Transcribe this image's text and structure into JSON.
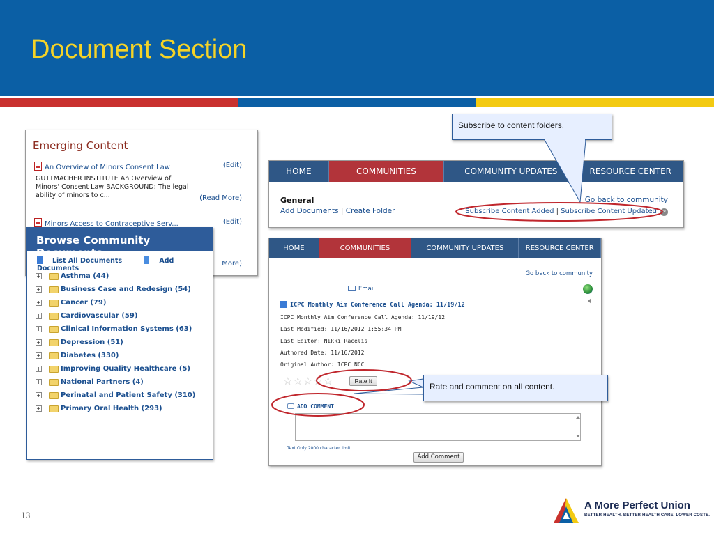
{
  "slide": {
    "title": "Document Section",
    "page_number": "13"
  },
  "logo": {
    "name": "A More Perfect Union",
    "tagline": "BETTER HEALTH. BETTER HEALTH CARE. LOWER COSTS."
  },
  "emerging_content": {
    "title": "Emerging Content",
    "items": [
      {
        "title": "An Overview of Minors Consent Law",
        "edit_label": "(Edit)",
        "snippet": "GUTTMACHER INSTITUTE An Overview of Minors' Consent Law BACKGROUND: The legal ability of minors to c...",
        "read_more": "(Read More)"
      },
      {
        "title": "Minors Access to Contraceptive Serv...",
        "edit_label": "(Edit)"
      }
    ],
    "hidden_read_more": "More)"
  },
  "browse": {
    "title": "Browse Community Documents",
    "list_all": "List All Documents",
    "add_documents": "Add Documents",
    "folders": [
      {
        "label": "Asthma (44)"
      },
      {
        "label": "Business Case and Redesign (54)"
      },
      {
        "label": "Cancer (79)"
      },
      {
        "label": "Cardiovascular (59)"
      },
      {
        "label": "Clinical Information Systems (63)"
      },
      {
        "label": "Depression (51)"
      },
      {
        "label": "Diabetes (330)"
      },
      {
        "label": "Improving Quality Healthcare (5)"
      },
      {
        "label": "National Partners (4)"
      },
      {
        "label": "Perinatal and Patient Safety (310)"
      },
      {
        "label": "Primary Oral Health (293)"
      }
    ]
  },
  "community_top": {
    "nav": [
      "HOME",
      "COMMUNITIES",
      "COMMUNITY UPDATES",
      "RESOURCE CENTER"
    ],
    "active_nav": "COMMUNITIES",
    "section_title": "General",
    "add_documents": "Add Documents",
    "separator": "|",
    "create_folder": "Create Folder",
    "go_back": "Go back to community",
    "subscribe_added": "Subscribe Content Added",
    "subscribe_updated": "Subscribe Content Updated"
  },
  "community_doc": {
    "nav": [
      "HOME",
      "COMMUNITIES",
      "COMMUNITY UPDATES",
      "RESOURCE CENTER"
    ],
    "go_back": "Go back to community",
    "email": "Email",
    "heading": "ICPC Monthly Aim Conference Call Agenda: 11/19/12",
    "meta": [
      "ICPC Monthly Aim Conference Call Agenda: 11/19/12",
      "Last Modified: 11/16/2012 1:55:34 PM",
      "Last Editor: Nikki Racelis",
      "Authored Date: 11/16/2012",
      "Original Author: ICPC NCC"
    ],
    "rating": {
      "value": 0,
      "max": 5,
      "button": "Rate It"
    },
    "add_comment_label": "ADD COMMENT",
    "comment_value": "",
    "char_limit": "Text Only 2000 character limit",
    "submit": "Add Comment"
  },
  "callouts": {
    "subscribe": "Subscribe to content folders.",
    "rate": "Rate and comment on all content."
  },
  "colors": {
    "header_blue": "#0b5fa5",
    "title_yellow": "#f5d327",
    "stripe_red": "#c9312f",
    "stripe_yellow": "#f3ca12",
    "nav_blue": "#2f5786",
    "nav_active": "#b2343a",
    "highlight": "#c0262c"
  }
}
